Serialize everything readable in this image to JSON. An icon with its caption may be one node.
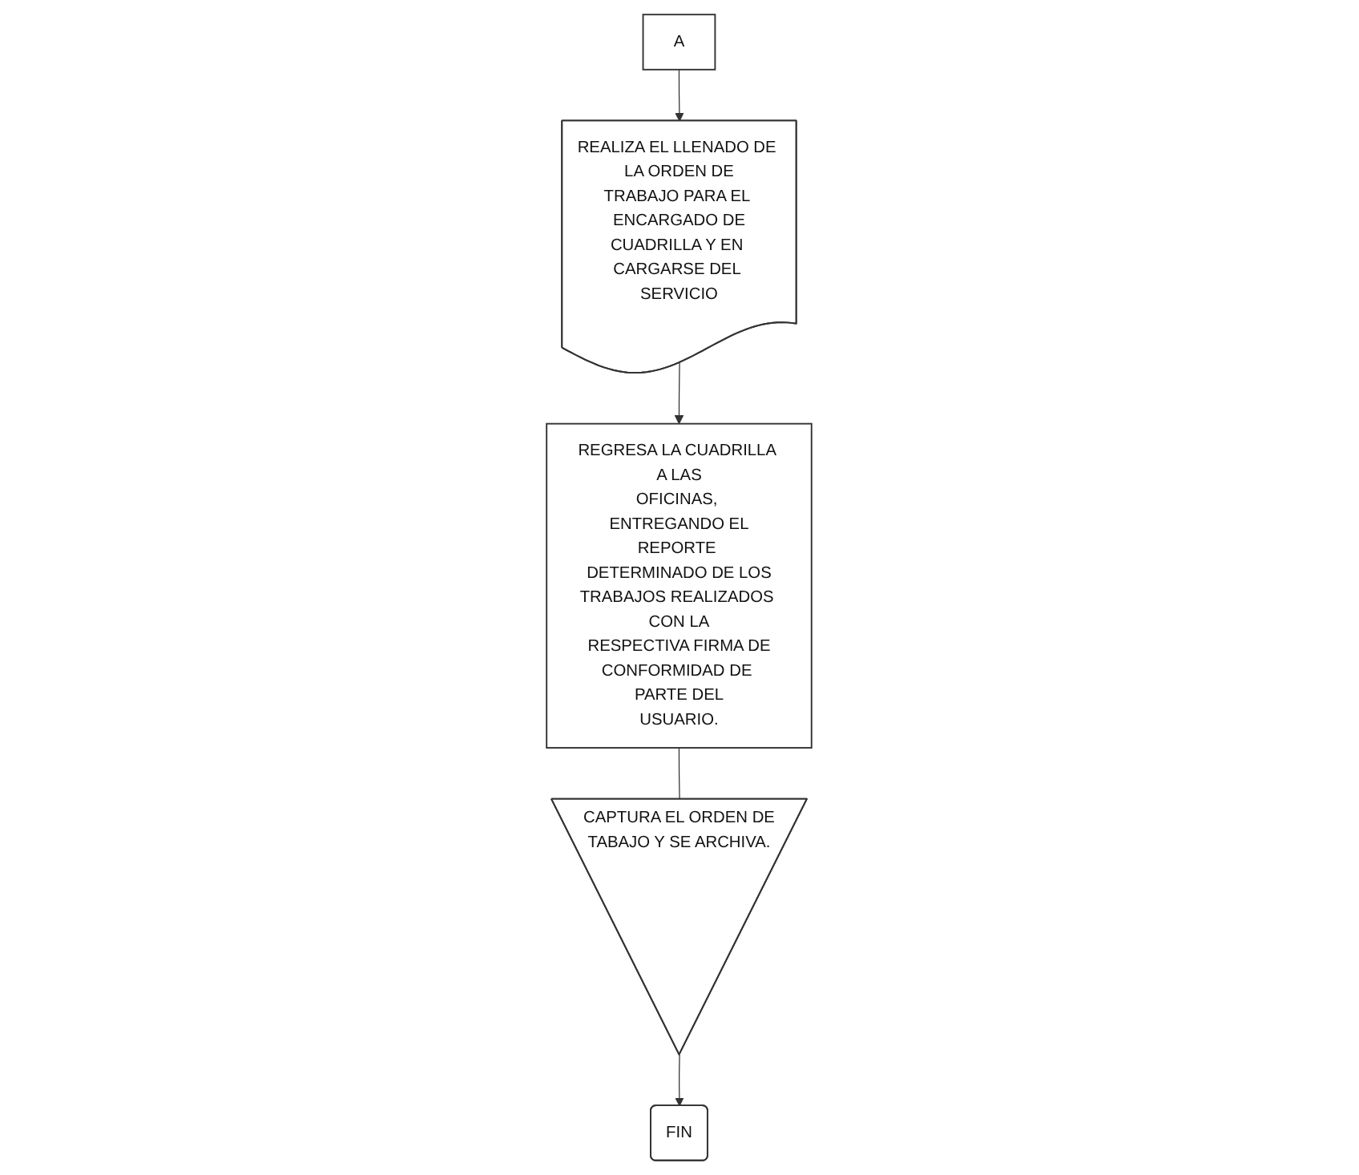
{
  "diagram": {
    "nodes": [
      {
        "text": [
          "A"
        ]
      },
      {
        "text": [
          "REALIZA EL LLENADO DE LA ORDEN DE TRABAJO PARA EL ENCARGADO DE CUADRILLA Y EN CARGARSE DEL SERVICIO"
        ]
      },
      {
        "text": [
          "REGRESA LA CUADRILLA A LAS OFICINAS, ENTREGANDO EL REPORTE DETERMINADO DE LOS TRABAJOS REALIZADOS CON LA RESPECTIVA FIRMA DE CONFORMIDAD DE PARTE DEL USUARIO."
        ]
      },
      {
        "text": [
          "CAPTURA EL ORDEN DE TABAJO Y SE ARCHIVA."
        ]
      },
      {
        "text": [
          "FIN"
        ]
      }
    ],
    "edges": [
      {
        "from": 0,
        "to": 1,
        "arrow": "to"
      },
      {
        "from": 1,
        "to": 2,
        "arrow": "to"
      },
      {
        "from": 2,
        "to": 3,
        "arrow": "none"
      },
      {
        "from": 3,
        "to": 4,
        "arrow": "to"
      }
    ]
  }
}
